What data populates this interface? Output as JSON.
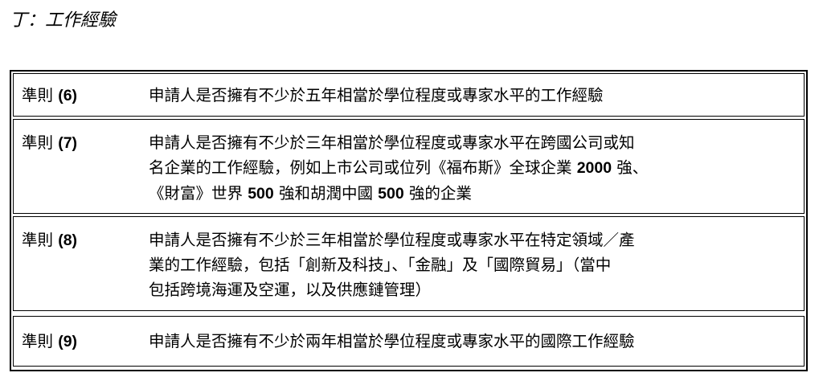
{
  "section": {
    "title": "丁：工作經驗"
  },
  "criteria": [
    {
      "label_prefix": "準則 ",
      "label_number": "(6)",
      "lines": [
        [
          {
            "t": "申請人是否擁有不少於五年相當於學位程度或專家水平的工作經驗"
          }
        ]
      ]
    },
    {
      "label_prefix": "準則 ",
      "label_number": "(7)",
      "lines": [
        [
          {
            "t": "申請人是否擁有不少於三年相當於學位程度或專家水平在跨國公司或知"
          }
        ],
        [
          {
            "t": "名企業的工作經驗，例如上市公司或位列《福布斯》全球企業 "
          },
          {
            "t": "2000",
            "b": true
          },
          {
            "t": " 強、"
          }
        ],
        [
          {
            "t": "《財富》世界 "
          },
          {
            "t": "500",
            "b": true
          },
          {
            "t": " 強和胡潤中國 "
          },
          {
            "t": "500",
            "b": true
          },
          {
            "t": " 強的企業"
          }
        ]
      ]
    },
    {
      "label_prefix": "準則 ",
      "label_number": "(8)",
      "lines": [
        [
          {
            "t": "申請人是否擁有不少於三年相當於學位程度或專家水平在特定領域／產"
          }
        ],
        [
          {
            "t": "業的工作經驗，包括「創新及科技」、「金融」及「國際貿易」（當中"
          }
        ],
        [
          {
            "t": "包括跨境海運及空運，以及供應鏈管理）"
          }
        ]
      ]
    },
    {
      "label_prefix": "準則 ",
      "label_number": "(9)",
      "lines": [
        [
          {
            "t": "申請人是否擁有不少於兩年相當於學位程度或專家水平的國際工作經驗"
          }
        ]
      ]
    }
  ]
}
